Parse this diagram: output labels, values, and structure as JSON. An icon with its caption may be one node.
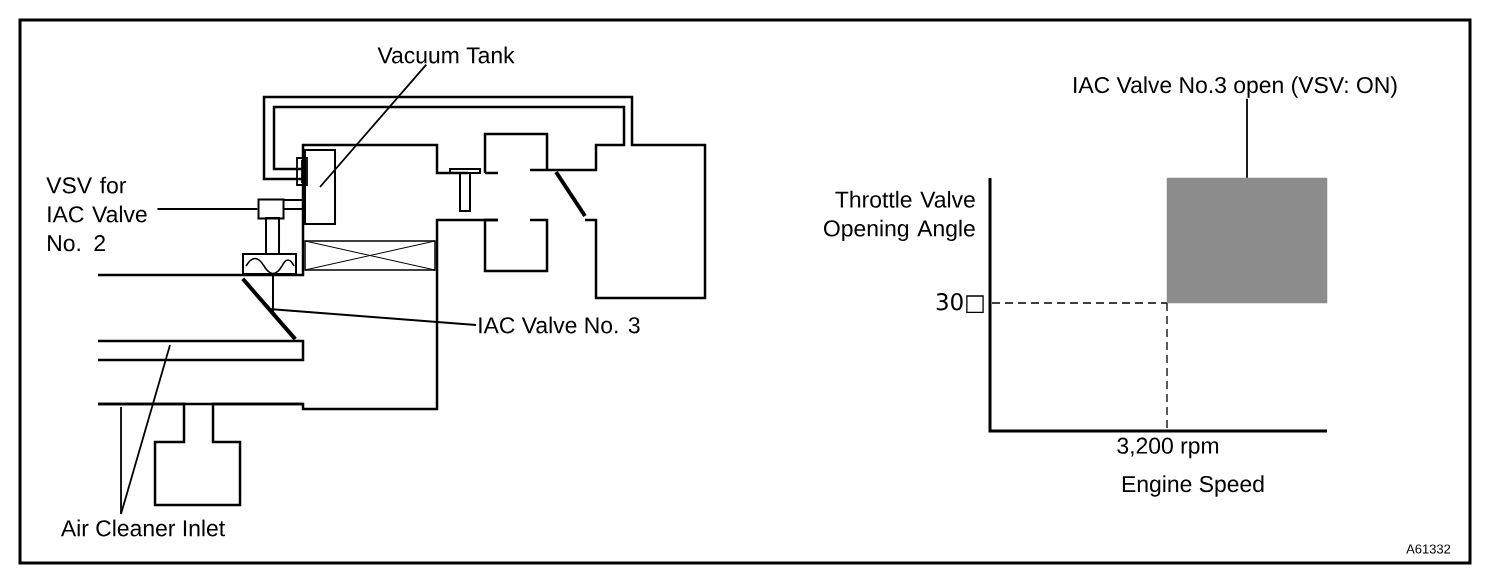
{
  "diagram": {
    "nodes": [
      {
        "text": [
          "Vacuum Tank"
        ]
      },
      {
        "text": [],
        "shape": "box"
      },
      {
        "text": [
          "VSV for IAC Valve No. 2"
        ]
      },
      {
        "text": [],
        "shape": "box"
      },
      {
        "text": [
          "IAC Valve No. 3"
        ]
      },
      {
        "text": [],
        "shape": "bar"
      },
      {
        "text": [
          "Air Cleaner Inlet"
        ]
      },
      {
        "text": [
          "IAC Valve No.3 open (VSV: ON)"
        ]
      },
      {
        "text": [],
        "shape": "box"
      }
    ],
    "edges": [
      {
        "from": 0,
        "to": 1,
        "arrow": "none"
      },
      {
        "from": 2,
        "to": 3,
        "arrow": "none"
      },
      {
        "from": 4,
        "to": 5,
        "arrow": "none"
      },
      {
        "from": 6,
        "to": null,
        "arrow": "none"
      },
      {
        "from": 6,
        "to": null,
        "arrow": "none"
      },
      {
        "from": 7,
        "to": 8,
        "arrow": "none"
      }
    ],
    "labels": [
      "Throttle Valve Opening Angle",
      "30□",
      "3,200 rpm",
      "Engine Speed",
      "A61332"
    ]
  }
}
